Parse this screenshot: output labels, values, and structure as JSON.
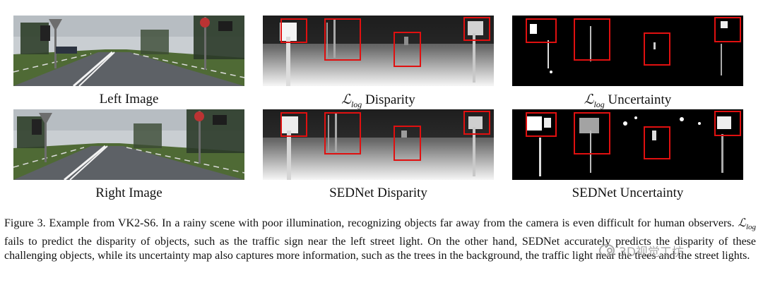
{
  "panels": {
    "left_image": {
      "label": "Left Image"
    },
    "log_disparity": {
      "label_symbol": "ℒ",
      "label_sub": "log",
      "label_rest": " Disparity"
    },
    "log_uncertainty": {
      "label_symbol": "ℒ",
      "label_sub": "log",
      "label_rest": " Uncertainty"
    },
    "right_image": {
      "label": "Right Image"
    },
    "sednet_disparity": {
      "label": "SEDNet Disparity"
    },
    "sednet_uncertainty": {
      "label": "SEDNet Uncertainty"
    }
  },
  "caption": {
    "part1": "Figure 3. Example from VK2-S6. In a rainy scene with poor illumination, recognizing objects far away from the camera is even difficult for human observers. ",
    "symbol": "ℒ",
    "sub": "log",
    "part2": " fails to predict the disparity of objects, such as the traffic sign near the left street light. On the other hand, SEDNet accurately predicts the disparity of these challenging objects, while its uncertainty map also captures more information, such as the trees in the background, the traffic light near the trees and the street lights."
  },
  "watermark": {
    "text": "3D视觉工坊"
  },
  "colors": {
    "highlight_box": "#e01010",
    "grass": "#4f6a35",
    "road": "#5d6166",
    "sky": "#c9ced2"
  }
}
